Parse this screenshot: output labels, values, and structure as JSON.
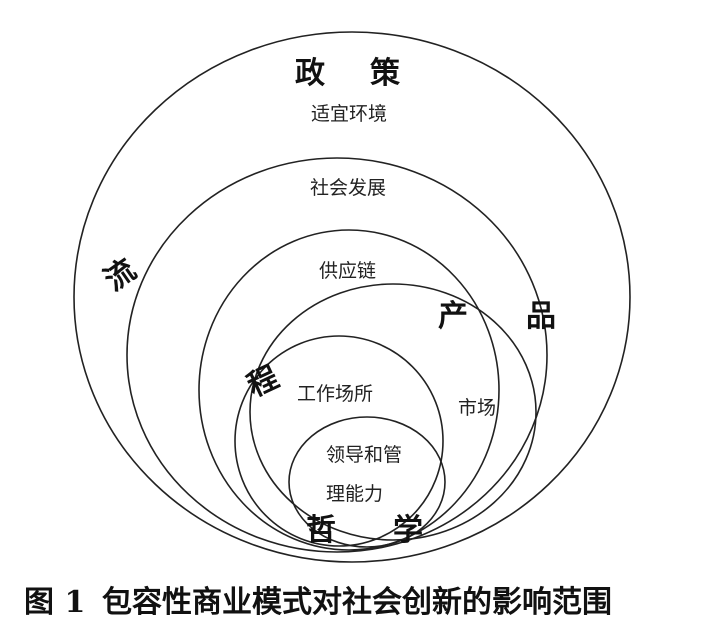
{
  "diagram": {
    "outer_top_label_a": "政",
    "outer_top_label_b": "策",
    "outer_left_label": "流",
    "mid_right_label_a": "产",
    "mid_right_label_b": "品",
    "inner_left_label": "程",
    "bottom_label_a": "哲",
    "bottom_label_b": "学",
    "ring_labels": {
      "environment": "适宜环境",
      "society": "社会发展",
      "supply_chain": "供应链",
      "workplace": "工作场所",
      "market": "市场",
      "leadership_line1": "领导和管",
      "leadership_line2": "理能力"
    }
  },
  "caption": {
    "figure_number": "图 1",
    "title": "包容性商业模式对社会创新的影响范围"
  },
  "colors": {
    "stroke": "#222222",
    "text": "#111111",
    "background": "#ffffff"
  }
}
